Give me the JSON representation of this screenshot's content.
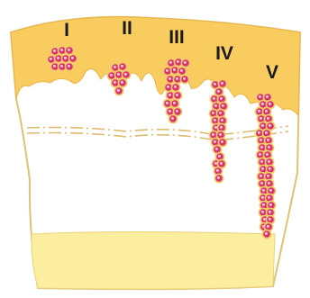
{
  "colors": {
    "epidermis_fill": "#f8cc5e",
    "epidermis_edge": "#e9b54a",
    "tissue_fill": "#ffffff",
    "tissue_edge": "#e0c277",
    "subcutis_fill": "#fbee9e",
    "membrane_line": "#dcbb6e",
    "cell_fill": "#d8336a",
    "cell_edge": "#f4c96a",
    "nucleus_fill": "#ffc7db"
  },
  "stages": [
    {
      "label": "I",
      "cells": [
        [
          61,
          57
        ],
        [
          69,
          56
        ],
        [
          77,
          56
        ],
        [
          57,
          66
        ],
        [
          65,
          65
        ],
        [
          73,
          65
        ],
        [
          81,
          65
        ],
        [
          61,
          74
        ],
        [
          69,
          74
        ],
        [
          77,
          74
        ]
      ]
    },
    {
      "label": "II",
      "cells": [
        [
          128,
          75
        ],
        [
          136,
          74
        ],
        [
          124,
          84
        ],
        [
          132,
          83
        ],
        [
          140,
          83
        ],
        [
          128,
          92
        ],
        [
          136,
          92
        ],
        [
          132,
          101
        ]
      ]
    },
    {
      "label": "III",
      "cells": [
        [
          190,
          70
        ],
        [
          198,
          69
        ],
        [
          206,
          70
        ],
        [
          186,
          79
        ],
        [
          194,
          78
        ],
        [
          202,
          79
        ],
        [
          189,
          88
        ],
        [
          197,
          88
        ],
        [
          205,
          88
        ],
        [
          187,
          97
        ],
        [
          195,
          97
        ],
        [
          189,
          106
        ],
        [
          197,
          106
        ],
        [
          186,
          115
        ],
        [
          194,
          115
        ],
        [
          189,
          124
        ],
        [
          197,
          124
        ],
        [
          192,
          132
        ]
      ]
    },
    {
      "label": "IV",
      "cells": [
        [
          239,
          94
        ],
        [
          247,
          93
        ],
        [
          243,
          102
        ],
        [
          238,
          110
        ],
        [
          246,
          110
        ],
        [
          240,
          118
        ],
        [
          248,
          118
        ],
        [
          237,
          126
        ],
        [
          245,
          126
        ],
        [
          239,
          134
        ],
        [
          247,
          134
        ],
        [
          240,
          142
        ],
        [
          246,
          142
        ],
        [
          237,
          150
        ],
        [
          245,
          150
        ],
        [
          239,
          158
        ],
        [
          247,
          158
        ],
        [
          241,
          166
        ],
        [
          244,
          174
        ],
        [
          240,
          182
        ],
        [
          246,
          182
        ],
        [
          242,
          190
        ],
        [
          243,
          198
        ]
      ]
    },
    {
      "label": "V",
      "cells": [
        [
          289,
          108
        ],
        [
          297,
          108
        ],
        [
          292,
          116
        ],
        [
          300,
          116
        ],
        [
          288,
          124
        ],
        [
          296,
          124
        ],
        [
          290,
          132
        ],
        [
          298,
          132
        ],
        [
          292,
          140
        ],
        [
          300,
          140
        ],
        [
          288,
          148
        ],
        [
          296,
          148
        ],
        [
          290,
          156
        ],
        [
          298,
          156
        ],
        [
          291,
          164
        ],
        [
          299,
          164
        ],
        [
          289,
          172
        ],
        [
          297,
          172
        ],
        [
          291,
          180
        ],
        [
          299,
          180
        ],
        [
          292,
          188
        ],
        [
          300,
          188
        ],
        [
          290,
          196
        ],
        [
          298,
          196
        ],
        [
          291,
          204
        ],
        [
          299,
          204
        ],
        [
          293,
          212
        ],
        [
          301,
          212
        ],
        [
          292,
          220
        ],
        [
          299,
          220
        ],
        [
          293,
          228
        ],
        [
          301,
          228
        ],
        [
          292,
          236
        ],
        [
          300,
          236
        ],
        [
          294,
          244
        ],
        [
          300,
          244
        ],
        [
          293,
          252
        ],
        [
          298,
          252
        ],
        [
          296,
          260
        ]
      ]
    }
  ]
}
